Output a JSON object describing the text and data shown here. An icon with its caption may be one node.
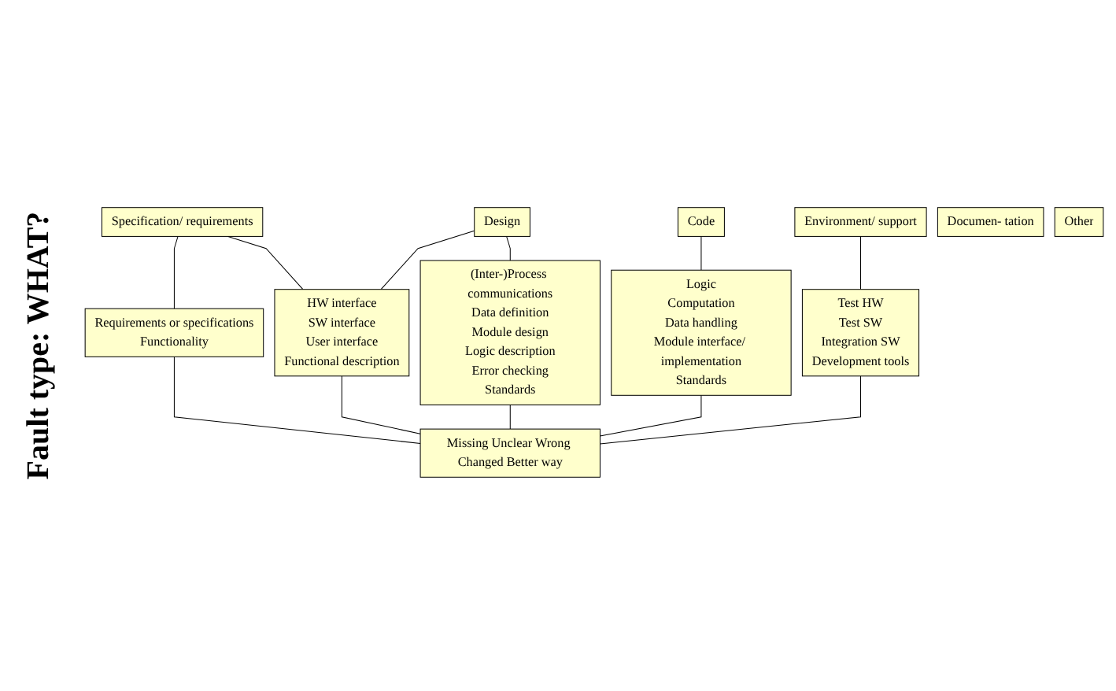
{
  "diagram": {
    "nodes": [
      {
        "text": [
          "Specification/ requirements"
        ]
      },
      {
        "text": [
          "Design"
        ]
      },
      {
        "text": [
          "Code"
        ]
      },
      {
        "text": [
          "Environment/ support"
        ]
      },
      {
        "text": [
          "Documen- tation"
        ]
      },
      {
        "text": [
          "Other"
        ]
      },
      {
        "text": [
          "Requirements or specifications",
          "Functionality"
        ]
      },
      {
        "text": [
          "HW interface",
          "SW interface",
          "User interface",
          "Functional description"
        ]
      },
      {
        "text": [
          "(Inter-)Process communications",
          "Data definition",
          "Module design",
          "Logic description",
          "Error checking",
          "Standards"
        ]
      },
      {
        "text": [
          "Logic",
          "Computation",
          "Data handling",
          "Module interface/ implementation",
          "Standards"
        ]
      },
      {
        "text": [
          "Test HW",
          "Test SW",
          "Integration SW",
          "Development tools"
        ]
      },
      {
        "text": [
          "Missing Unclear Wrong Changed Better way"
        ]
      }
    ],
    "edges": [
      {
        "from": 0,
        "to": 6,
        "arrow": "none"
      },
      {
        "from": 0,
        "to": 7,
        "arrow": "none"
      },
      {
        "from": 1,
        "to": 7,
        "arrow": "none"
      },
      {
        "from": 1,
        "to": 8,
        "arrow": "none"
      },
      {
        "from": 2,
        "to": 9,
        "arrow": "none"
      },
      {
        "from": 3,
        "to": 10,
        "arrow": "none"
      },
      {
        "from": 6,
        "to": 11,
        "arrow": "none"
      },
      {
        "from": 7,
        "to": 11,
        "arrow": "none"
      },
      {
        "from": 8,
        "to": 11,
        "arrow": "none"
      },
      {
        "from": 9,
        "to": 11,
        "arrow": "none"
      },
      {
        "from": 10,
        "to": 11,
        "arrow": "none"
      }
    ],
    "labels": [
      "Fault type: WHAT?"
    ]
  }
}
